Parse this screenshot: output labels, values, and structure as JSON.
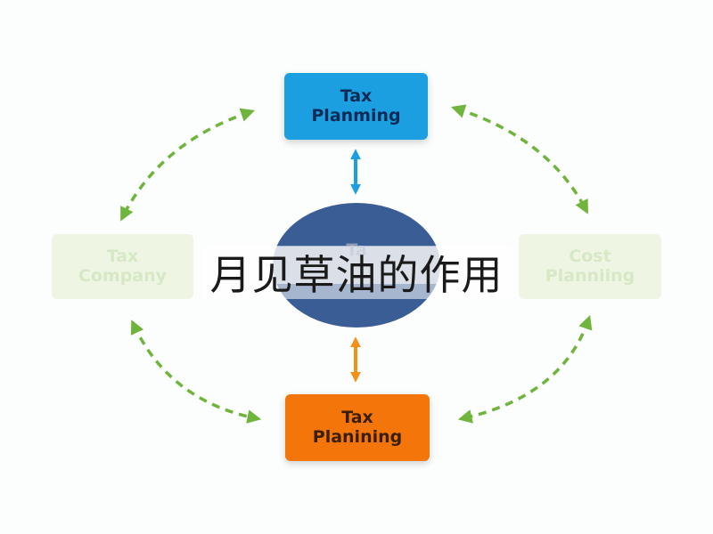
{
  "title": "月见草油的作用",
  "nodes": {
    "top": {
      "line1": "Tax",
      "line2": "Planming"
    },
    "left": {
      "line1": "Tax",
      "line2": "Company"
    },
    "right": {
      "line1": "Cost",
      "line2": "Planniing"
    },
    "bottom": {
      "line1": "Tax",
      "line2": "Planining"
    },
    "center": {
      "line1": "Ta"
    }
  },
  "colors": {
    "top_box": "#1b9fe0",
    "bottom_box": "#f4760b",
    "side_box": "#eef6e3",
    "center_ellipse": "#3b5d96",
    "dashed_arrow": "#6fb43b",
    "vertical_arrow_top": "#1b9fe0",
    "vertical_arrow_bottom": "#f39019"
  }
}
